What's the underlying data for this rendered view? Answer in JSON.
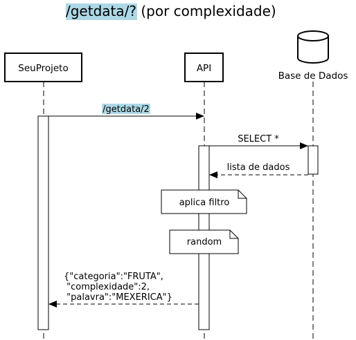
{
  "title": {
    "highlight": "/getdata/?",
    "rest": " (por complexidade)",
    "highlight_color": "#add8e6"
  },
  "participants": {
    "seuprojeto": "SeuProjeto",
    "api": "API",
    "database": "Base de Dados"
  },
  "messages": {
    "request": "/getdata/2",
    "select": "SELECT *",
    "list": "lista de dados",
    "response_line1": "{\"categoria\":\"FRUTA\",",
    "response_line2": " \"complexidade\":2,",
    "response_line3": " \"palavra\":\"MEXERICA\"}"
  },
  "notes": {
    "filter": "aplica filtro",
    "random": "random"
  },
  "icons": {
    "database": "database-cylinder-icon"
  }
}
